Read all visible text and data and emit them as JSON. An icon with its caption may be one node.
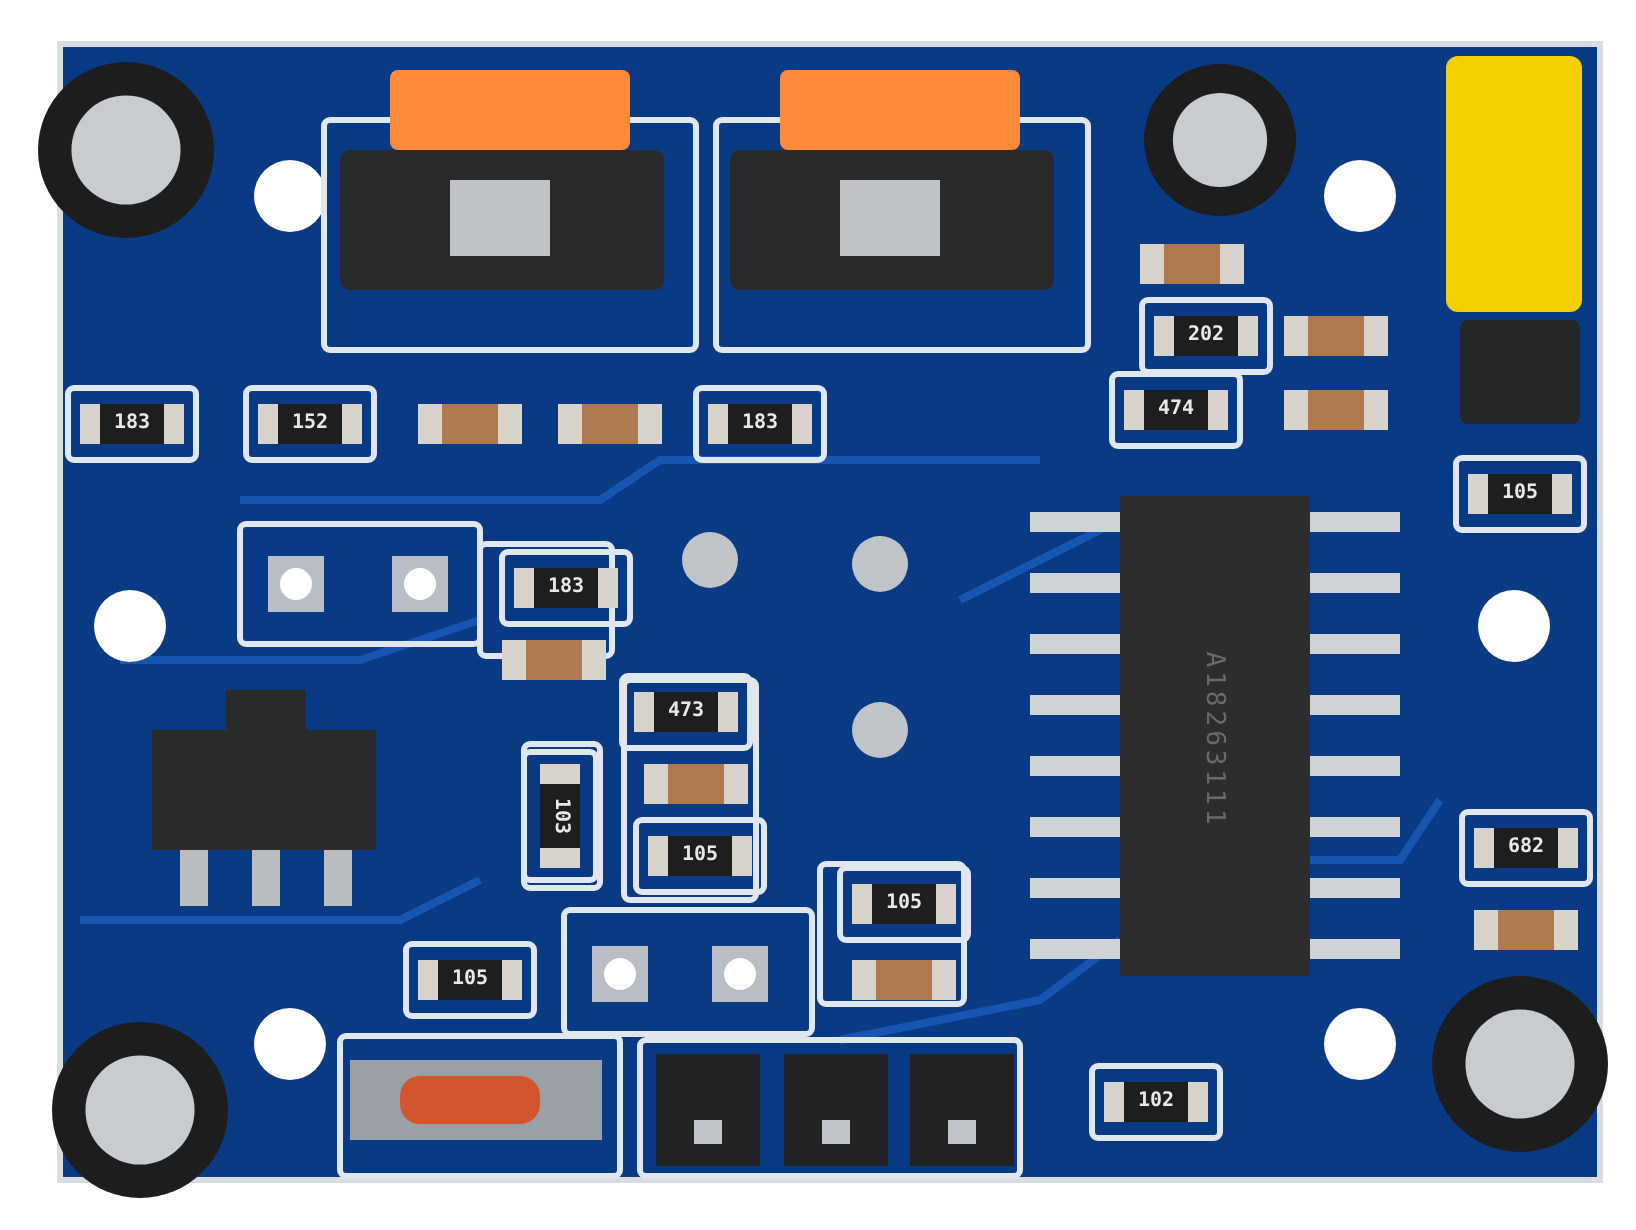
{
  "diagram": {
    "labels": [
      "202",
      "474",
      "183",
      "152",
      "183",
      "105",
      "183",
      "473",
      "A18263111",
      "103",
      "682",
      "105",
      "105",
      "105",
      "102"
    ]
  }
}
